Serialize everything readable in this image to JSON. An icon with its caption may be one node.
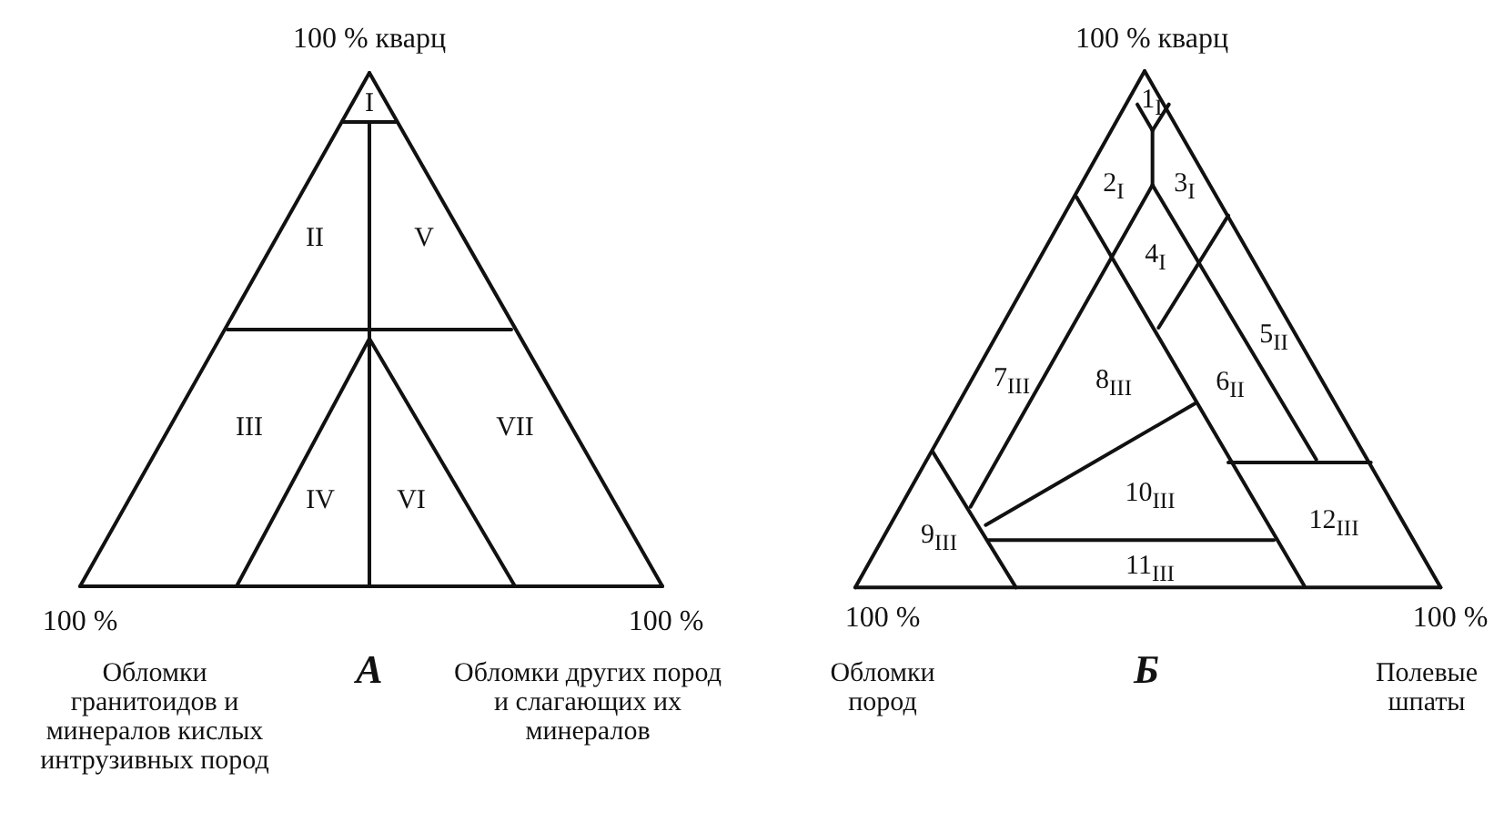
{
  "diagram": {
    "labels": [
      "100 % кварц",
      "I",
      "II",
      "V",
      "III",
      "VII",
      "IV",
      "VI",
      "100 %",
      "100 %",
      "А",
      "Обломки гранитоидов и минералов кислых интрузивных пород",
      "Обломки других пород и слагающих их минералов",
      "100 % кварц",
      "1$_{I}$",
      "2$_{I}$",
      "3$_{I}$",
      "4$_{I}$",
      "5$_{II}$",
      "7$_{III}$",
      "8$_{III}$",
      "6$_{II}$",
      "9$_{III}$",
      "10$_{III}$",
      "11$_{III}$",
      "12$_{III}$",
      "100 %",
      "100 %",
      "Б",
      "Обломки пород",
      "Полевые шпаты"
    ]
  }
}
